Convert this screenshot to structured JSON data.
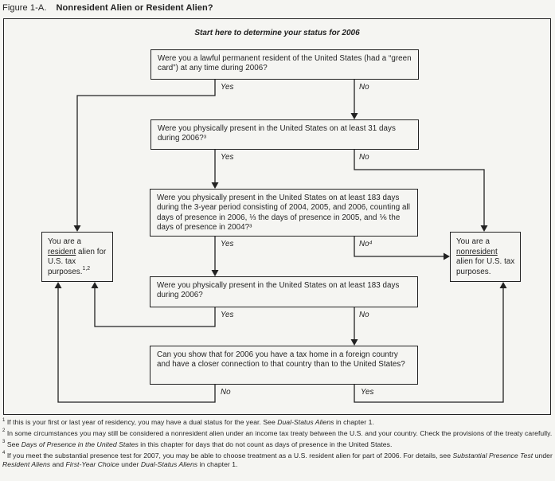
{
  "figure": {
    "label": "Figure 1-A.",
    "title": "Nonresident Alien or Resident Alien?"
  },
  "flowchart": {
    "start_text": "Start here to determine your status for 2006",
    "questions": [
      {
        "text": "Were you a lawful permanent resident of the United States (had a “green card”) at any time during 2006?",
        "left_label": "Yes",
        "right_label": "No"
      },
      {
        "text": "Were you physically present in the United States on at least 31 days during 2006?³",
        "left_label": "Yes",
        "right_label": "No"
      },
      {
        "text": "Were you physically present in the United States on at least 183 days during the 3-year period consisting of 2004, 2005, and 2006, counting all days of presence in 2006, ⅓ the days of presence in 2005, and ⅙ the days of presence in 2004?³",
        "left_label": "Yes",
        "right_label": "No⁴"
      },
      {
        "text": "Were you physically present in the United States on at least 183 days during 2006?",
        "left_label": "Yes",
        "right_label": "No"
      },
      {
        "text": "Can you show that for 2006 you have a tax home in a foreign country and have a closer connection to that country than to the United States?",
        "left_label": "No",
        "right_label": "Yes"
      }
    ],
    "results": {
      "resident": [
        {
          "t": "You are a "
        },
        {
          "t": "resident",
          "u": true
        },
        {
          "t": " alien for U.S. tax purposes."
        },
        {
          "t": "1,2",
          "s": true
        }
      ],
      "nonresident": [
        {
          "t": "You are a "
        },
        {
          "t": "nonresident",
          "u": true
        },
        {
          "t": " alien for U.S. tax purposes."
        }
      ]
    }
  },
  "footnotes": [
    [
      {
        "t": "1",
        "s": true
      },
      {
        "t": " If this is your first or last year of residency, you may have a dual status for the year. See "
      },
      {
        "t": "Dual-Status Aliens",
        "i": true
      },
      {
        "t": " in chapter 1."
      }
    ],
    [
      {
        "t": "2",
        "s": true
      },
      {
        "t": " In some circumstances you may still be considered a nonresident alien under an income tax treaty between the U.S. and your country. Check the provisions of the treaty carefully."
      }
    ],
    [
      {
        "t": "3",
        "s": true
      },
      {
        "t": " See "
      },
      {
        "t": "Days of Presence in the United States",
        "i": true
      },
      {
        "t": " in this chapter for days that do not count as days of presence in the United States."
      }
    ],
    [
      {
        "t": "4",
        "s": true
      },
      {
        "t": " If you meet the substantial presence test for 2007, you may be able to choose treatment as a U.S. resident alien for part of 2006. For details, see "
      },
      {
        "t": "Substantial Presence Test",
        "i": true
      },
      {
        "t": " under "
      },
      {
        "t": "Resident Aliens",
        "i": true
      },
      {
        "t": " and "
      },
      {
        "t": "First-Year Choice",
        "i": true
      },
      {
        "t": " under "
      },
      {
        "t": "Dual-Status Aliens",
        "i": true
      },
      {
        "t": " in chapter 1."
      }
    ]
  ],
  "colors": {
    "ink": "#222222",
    "paper": "#f5f5f2"
  }
}
